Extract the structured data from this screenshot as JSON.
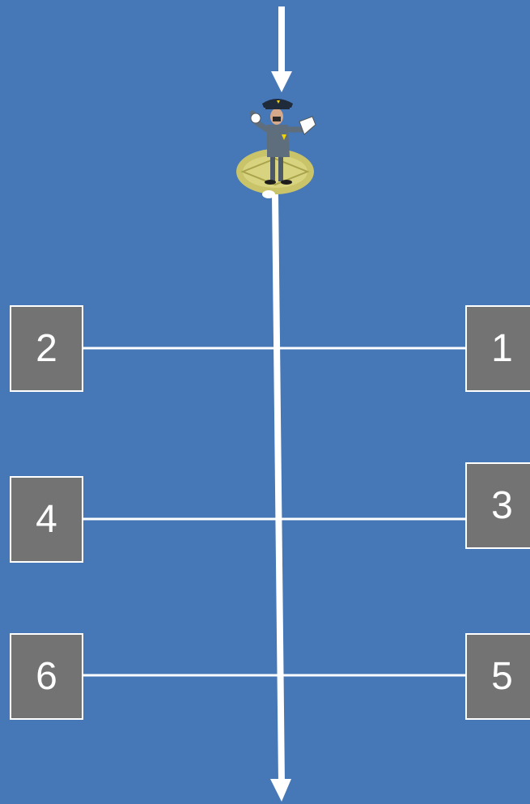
{
  "boxes": [
    {
      "id": "1",
      "label": "1"
    },
    {
      "id": "2",
      "label": "2"
    },
    {
      "id": "3",
      "label": "3"
    },
    {
      "id": "4",
      "label": "4"
    },
    {
      "id": "5",
      "label": "5"
    },
    {
      "id": "6",
      "label": "6"
    }
  ],
  "colors": {
    "background": "#4677b6",
    "box_fill": "#737373",
    "line": "#ffffff"
  },
  "figure": "traffic-police-officer-icon"
}
